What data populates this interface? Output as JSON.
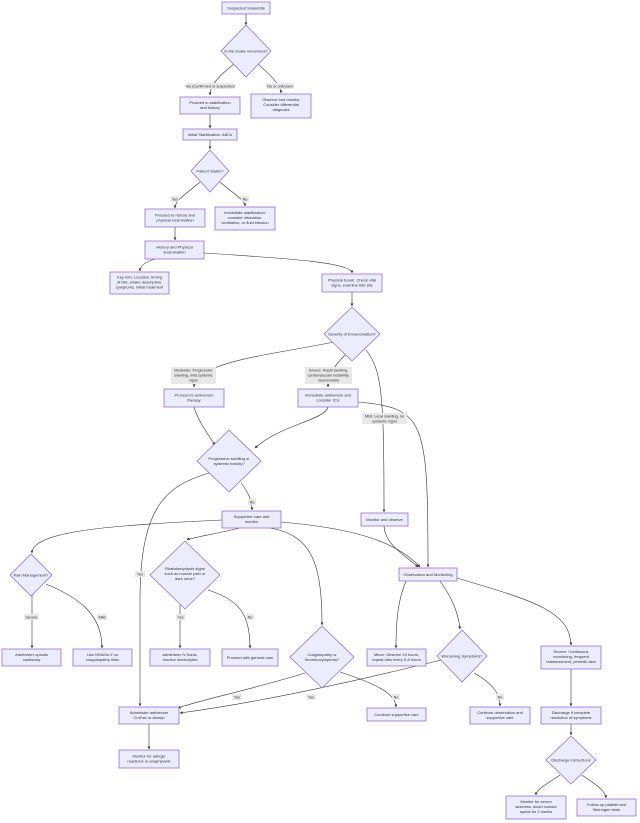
{
  "nodes": {
    "start": "Suspected Snakebite",
    "q_venomous": [
      "Is the snake venomous?"
    ],
    "stabilize_history": [
      "Proceed to stabilization",
      "and history"
    ],
    "observe_monitor": [
      "Observe and monitor",
      "Consider differential",
      "diagnosis"
    ],
    "initial_stabilization": "Initial Stabilization: ABCs",
    "q_stable": [
      "Patient Stable?"
    ],
    "history_exam": [
      "Proceed to history and",
      "physical examination"
    ],
    "immediate_stabilization": [
      "Immediate stabilization:",
      "consider intubation,",
      "ventilation, or fluid infusion"
    ],
    "history_physical": [
      "History and Physical",
      "Examination"
    ],
    "key_info": [
      "Key Info: Location, timing",
      "of bite, snake description,",
      "symptoms, initial treatment"
    ],
    "physical_exam": [
      "Physical Exam: Check vital",
      "signs, examine bite site"
    ],
    "q_severity": [
      "Severity of Envenomation?"
    ],
    "antivenom_therapy": [
      "Proceed to antivenom",
      "therapy"
    ],
    "immediate_antivenom": [
      "Immediate antivenom and",
      "consider ICU"
    ],
    "q_progressive": [
      "Progressive swelling or",
      "systemic toxicity?"
    ],
    "supportive_care": [
      "Supportive care and",
      "monitor"
    ],
    "monitor_observe": [
      "Monitor and observe"
    ],
    "q_pain": [
      "Pain Management?"
    ],
    "q_rhabdo": [
      "Rhabdomyolysis signs",
      "such as muscle pain or",
      "dark urine?"
    ],
    "observation_monitoring": [
      "Observation and Monitoring"
    ],
    "opioids": [
      "Administer opioids",
      "cautiously"
    ],
    "nsaids": [
      "Use NSAIDs if no",
      "coagulopathy risks"
    ],
    "iv_fluids": [
      "Administer IV fluids,",
      "monitor electrolytes"
    ],
    "general_care": [
      "Proceed with general care"
    ],
    "q_coagulopathy": [
      "Coagulopathy or",
      "thrombocytopenia?"
    ],
    "minor_observe": [
      "Minor: Observe 24 hours,",
      "repeat labs every 6-8 hours"
    ],
    "q_worsening": [
      "Worsening Symptoms?"
    ],
    "severe_monitoring": [
      "Severe: Continuous",
      "monitoring, frequent",
      "reassessment, periodic labs"
    ],
    "administer_antivenom": [
      "Administer antivenom",
      "CroFab or Anavip"
    ],
    "continue_supportive": [
      "Continue supportive care"
    ],
    "continue_observation": [
      "Continue observation and",
      "supportive care"
    ],
    "discharge_complete": [
      "Discharge if complete",
      "resolution of symptoms"
    ],
    "allergic_monitor": [
      "Monitor for allergic",
      "reactions or anaphylaxis"
    ],
    "q_discharge": [
      "Discharge instructions"
    ],
    "serum_sickness": [
      "Monitor for serum",
      "sickness, avoid contact",
      "sports for 2 weeks"
    ],
    "followup": [
      "Follow-up platelet and",
      "fibrinogen tests"
    ]
  },
  "edge_labels": {
    "yes_confirmed": [
      "Yes (Confirmed or suspected)"
    ],
    "no_unknown": [
      "No or unknown"
    ],
    "yes_stable": [
      "Yes"
    ],
    "no_stable": [
      "No"
    ],
    "moderate": [
      "Moderate: Progressive",
      "swelling, mild systemic",
      "signs"
    ],
    "severe": [
      "Severe: Rapid swelling,",
      "cardiovascular instability,",
      "neurotoxicity"
    ],
    "mild": [
      "Mild: Local swelling, no",
      "systemic signs"
    ],
    "no_progressive": [
      "No"
    ],
    "yes_progressive": [
      "Yes"
    ],
    "severe_pain": [
      "Severe"
    ],
    "mild_pain": [
      "Mild"
    ],
    "yes_rhabdo": [
      "Yes"
    ],
    "no_rhabdo": [
      "No"
    ],
    "yes_coag": [
      "Yes"
    ],
    "no_coag": [
      "No"
    ],
    "yes_worsening": [
      "Yes"
    ],
    "no_worsening": [
      "No"
    ]
  }
}
